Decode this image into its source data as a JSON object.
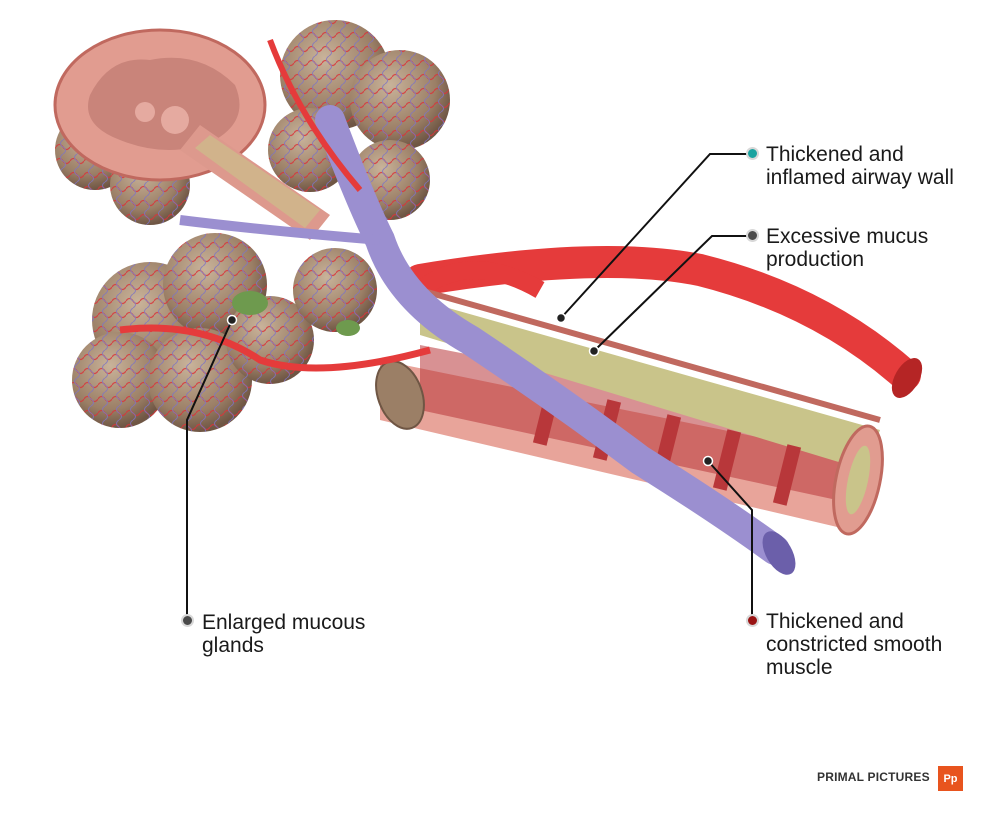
{
  "labels": [
    {
      "id": "airway-wall",
      "lines": [
        "Thickened and",
        "inflamed airway wall"
      ],
      "marker_color": "#1aa3a0"
    },
    {
      "id": "mucus",
      "lines": [
        "Excessive mucus",
        "production"
      ],
      "marker_color": "#4a4a4a"
    },
    {
      "id": "glands",
      "lines": [
        "Enlarged mucous",
        "glands"
      ],
      "marker_color": "#4a4a4a"
    },
    {
      "id": "smooth-muscle",
      "lines": [
        "Thickened and",
        "constricted smooth",
        "muscle"
      ],
      "marker_color": "#9a1414"
    }
  ],
  "brand": {
    "text": "PRIMAL PICTURES",
    "logo_text": "Pp",
    "logo_color": "#e8541e"
  },
  "colors": {
    "artery": "#e53b3b",
    "vein": "#9b8fd0",
    "alveoli": "#a98f74",
    "mucus": "#c9c48a",
    "muscle": "#b8373a",
    "tissue": "#e8a49a",
    "gland": "#6e9a4e"
  }
}
